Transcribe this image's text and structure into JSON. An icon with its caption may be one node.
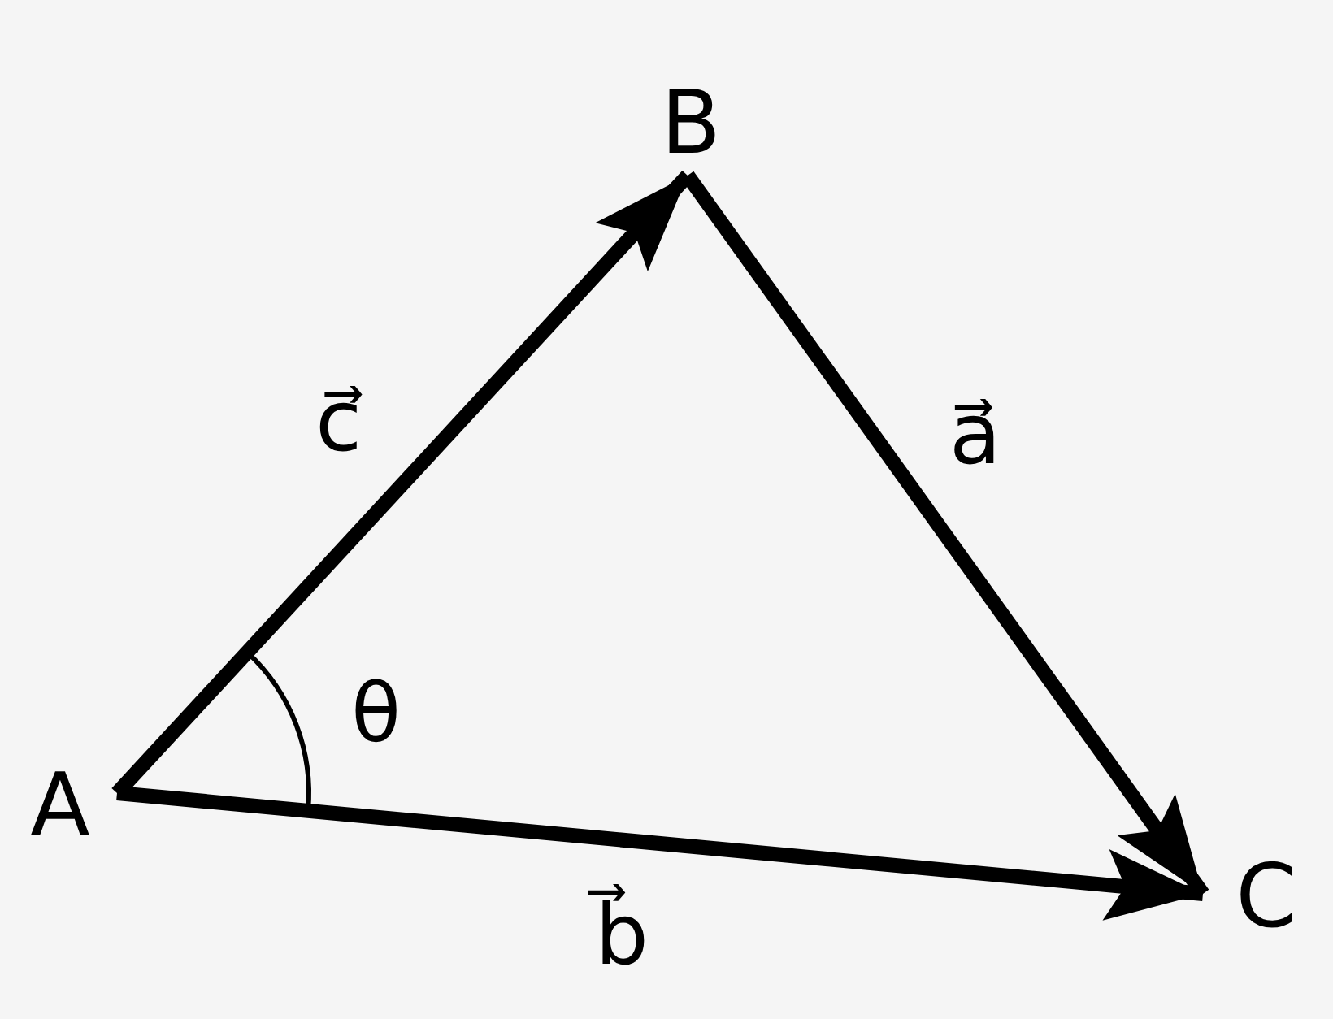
{
  "diagram": {
    "nodes": [
      {
        "text": [
          "A"
        ]
      },
      {
        "text": [
          "B"
        ]
      },
      {
        "text": [
          "C"
        ]
      }
    ],
    "edges": [
      {
        "from": 0,
        "to": 1,
        "arrow": "to",
        "label": "c⃗"
      },
      {
        "from": 1,
        "to": 2,
        "arrow": "to",
        "label": "a⃗"
      },
      {
        "from": 0,
        "to": 2,
        "arrow": "to",
        "label": "b⃗"
      }
    ],
    "labels": [
      "θ"
    ]
  }
}
